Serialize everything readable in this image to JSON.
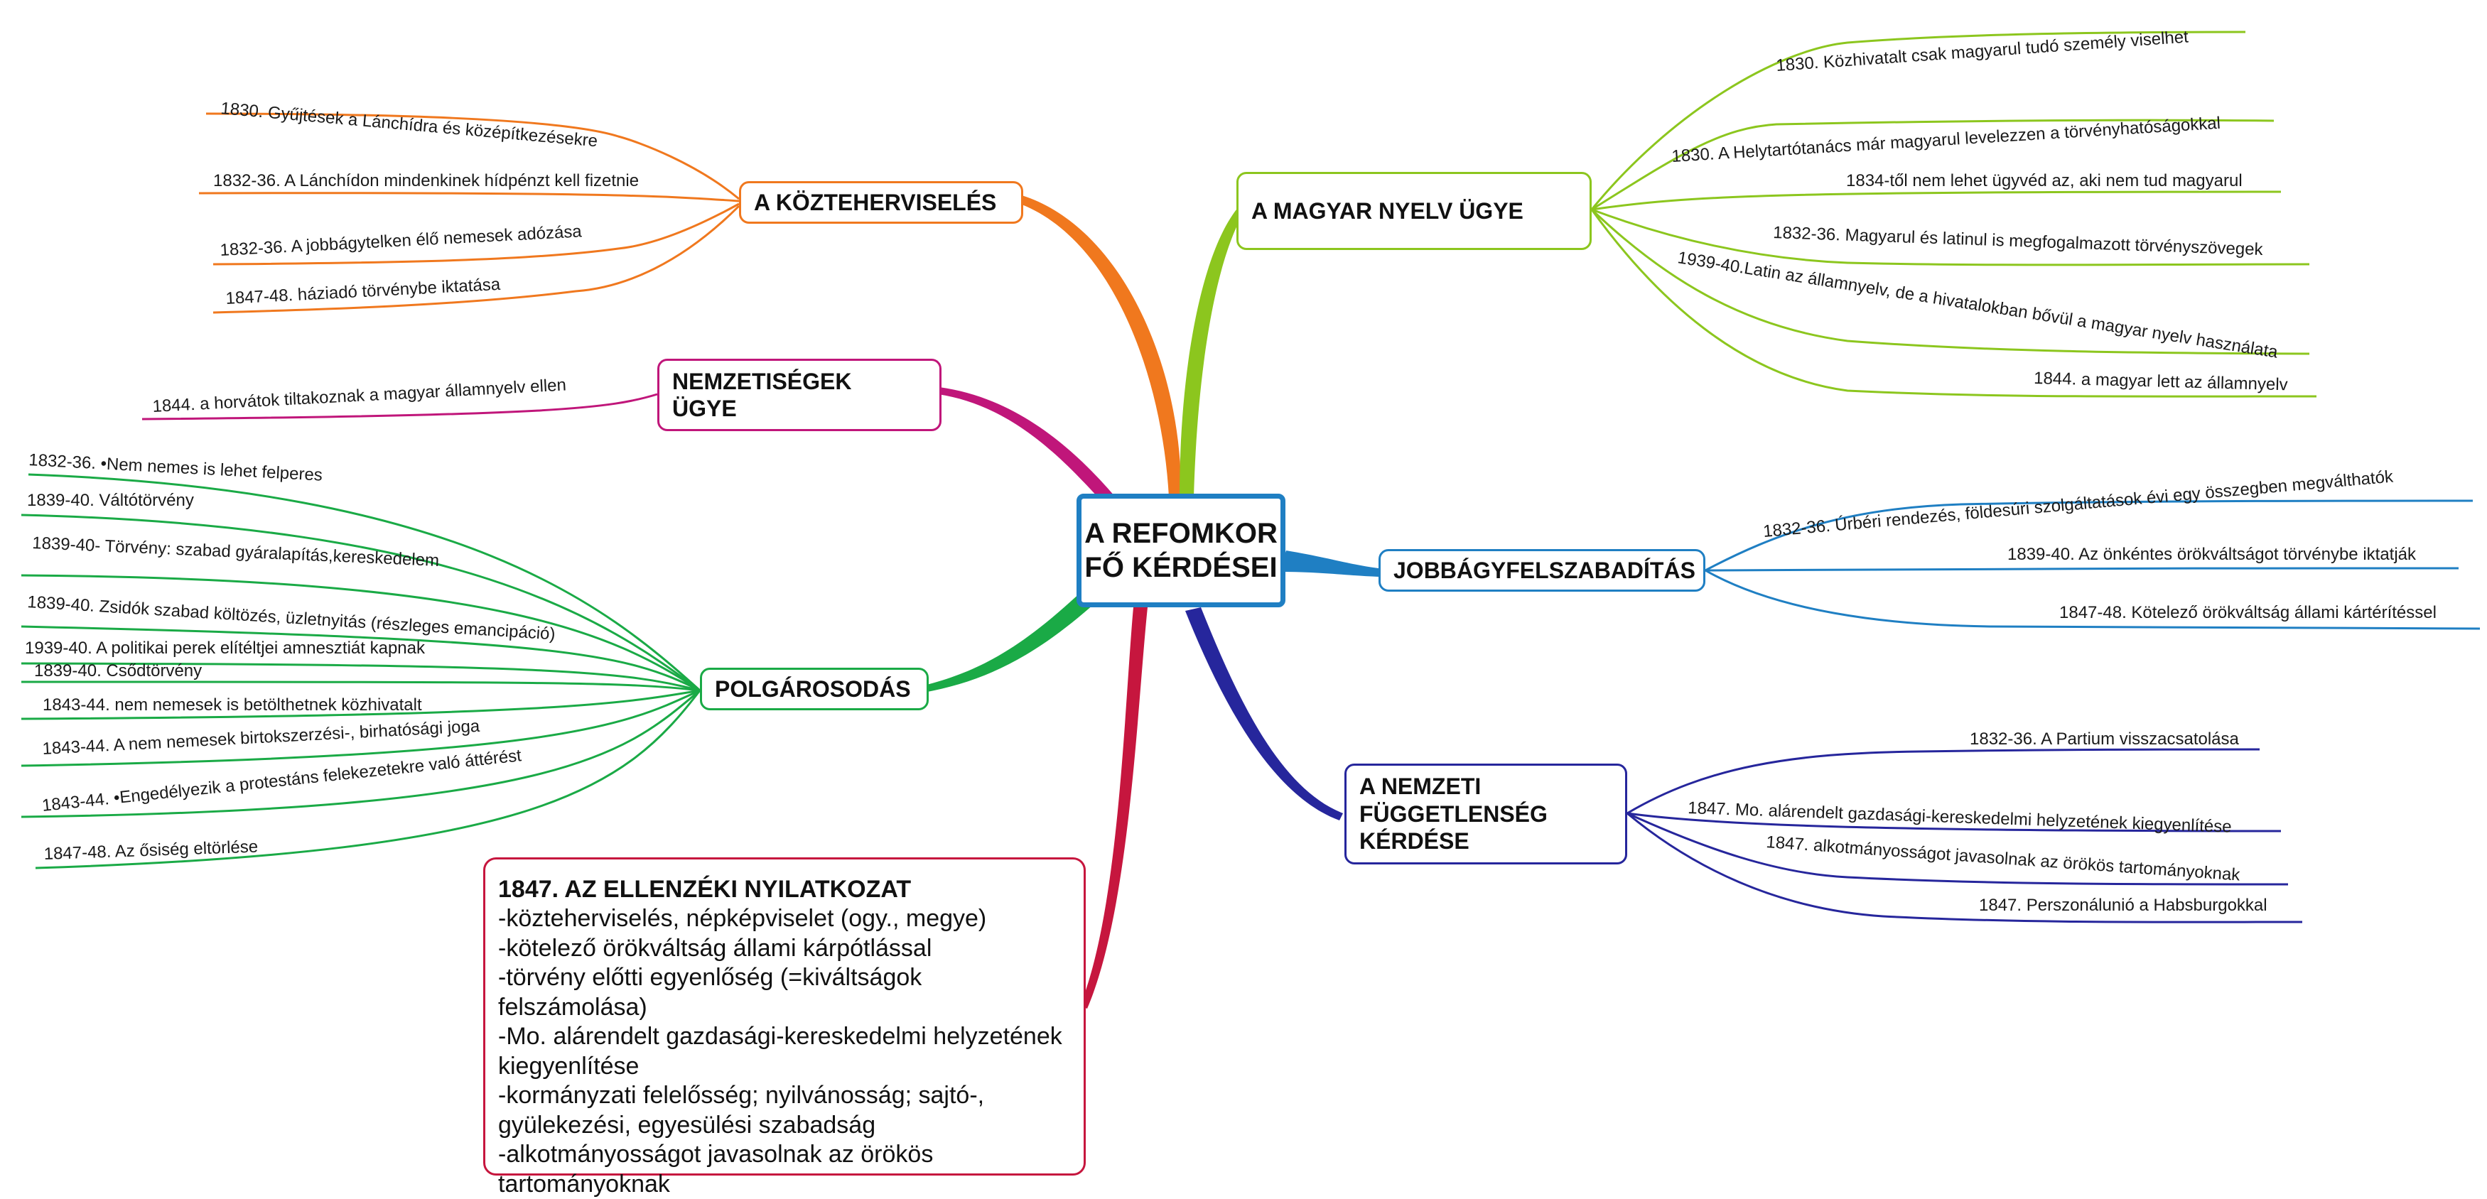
{
  "center": {
    "line1": "A REFOMKOR",
    "line2": "FŐ KÉRDÉSEI"
  },
  "topics": {
    "kozteher": {
      "label": "A KÖZTEHERVISELÉS",
      "color": "#f0781e"
    },
    "nemzetiseg": {
      "line1": "NEMZETISÉGEK",
      "line2": "ÜGYE",
      "color": "#c0167a"
    },
    "polgar": {
      "label": "POLGÁROSODÁS",
      "color": "#1aaa46"
    },
    "magyar": {
      "label": "A MAGYAR NYELV ÜGYE",
      "color": "#8cc61e"
    },
    "jobbagy": {
      "label": "JOBBÁGYFELSZABADÍTÁS",
      "color": "#1f7fc3"
    },
    "fugg": {
      "line1": "A NEMZETI",
      "line2": "FÜGGETLENSÉG",
      "line3": "KÉRDÉSE",
      "color": "#26269c"
    }
  },
  "leaves": {
    "kozteher": [
      "1830. Gyűjtések a Lánchídra és középítkezésekre",
      "1832-36. A Lánchídon mindenkinek hídpénzt kell fizetnie",
      "1832-36. A jobbágytelken élő nemesek adózása",
      "1847-48. háziadó törvénybe iktatása"
    ],
    "nemzetiseg": [
      "1844. a horvátok tiltakoznak a magyar államnyelv ellen"
    ],
    "polgar": [
      "1832-36. •Nem nemes is lehet felperes",
      "1839-40. Váltótörvény",
      "1839-40- Törvény: szabad gyáralapítás,kereskedelem",
      "1839-40. Zsidók szabad költözés, üzletnyitás (részleges emancipáció)",
      "1939-40. A politikai perek elítéltjei amnesztiát kapnak",
      "1839-40. Csődtörvény",
      "1843-44. nem nemesek is betölthetnek közhivatalt",
      "1843-44. A nem nemesek birtokszerzési-, birhatósági joga",
      "1843-44. •Engedélyezik a protestáns felekezetekre való áttérést",
      "1847-48. Az ősiség eltörlése"
    ],
    "magyar": [
      "1830. Közhivatalt csak magyarul tudó személy viselhet",
      "1830. A Helytartótanács már magyarul levelezzen a törvényhatóságokkal",
      "1834-től nem lehet ügyvéd az, aki nem tud magyarul",
      "1832-36. Magyarul és latinul is megfogalmazott törvényszövegek",
      "1939-40.Latin az államnyelv, de a hivatalokban bővül a magyar nyelv használata",
      "1844. a magyar lett az államnyelv"
    ],
    "jobbagy": [
      "1832-36. Úrbéri rendezés, földesúri szolgáltatások évi egy összegben megválthatók",
      "1839-40. Az önkéntes örökváltságot törvénybe iktatják",
      "1847-48. Kötelező örökváltság állami kártérítéssel"
    ],
    "fugg": [
      "1832-36. A Partium visszacsatolása",
      "1847. Mo. alárendelt gazdasági-kereskedelmi helyzetének kiegyenlítése",
      "1847. alkotmányosságot javasolnak az örökös tartományoknak",
      "1847. Perszonálunió a Habsburgokkal"
    ]
  },
  "note": {
    "color": "#c6163e",
    "title": "1847. AZ ELLENZÉKI NYILATKOZAT",
    "lines": [
      "-közteherviselés, népképviselet (ogy., megye)",
      "-kötelező örökváltság állami kárpótlással",
      "-törvény előtti egyenlőség (=kiváltságok felszámolása)",
      "-Mo. alárendelt gazdasági-kereskedelmi helyzetének",
      "kiegyenlítése",
      "-kormányzati felelősség; nyilvánosság; sajtó-,",
      "gyülekezési, egyesülési szabadság",
      "-alkotmányosságot javasolnak az örökös",
      "tartományoknak"
    ]
  }
}
